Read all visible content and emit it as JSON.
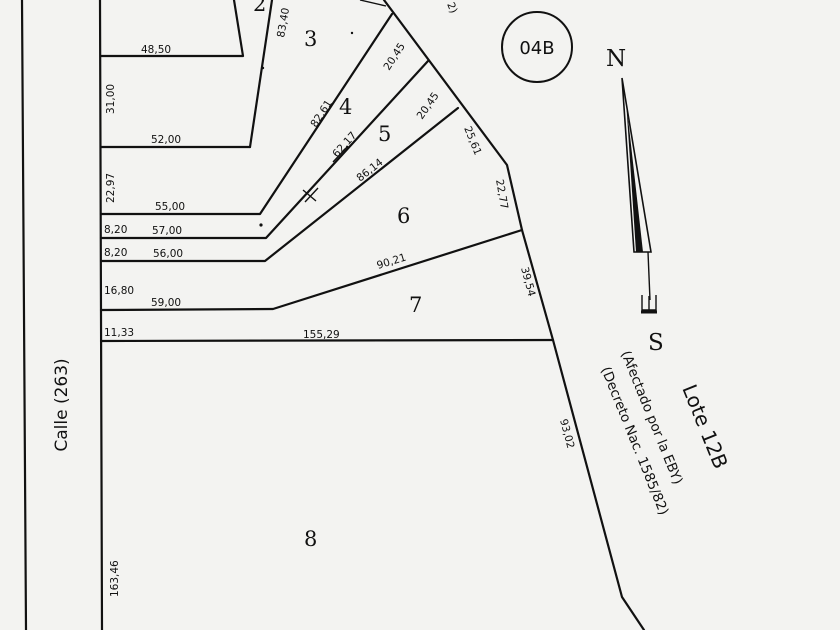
{
  "map": {
    "block_id": "04B",
    "street_label": "Calle (263)",
    "road_label_partial": "2)",
    "north_label": "N",
    "south_label": "S",
    "adjacent_lot": {
      "title": "Lote 12B",
      "note_line1": "(Afectado por la EBY)",
      "note_line2": "(Decreto Nac. 1585/82)"
    },
    "lots": [
      {
        "number": "2"
      },
      {
        "number": "3"
      },
      {
        "number": "4"
      },
      {
        "number": "5"
      },
      {
        "number": "6"
      },
      {
        "number": "7"
      },
      {
        "number": "8"
      }
    ],
    "dimensions": {
      "lot2_front": "48,50",
      "lot2_side": "83,40",
      "lot3_front": "31,00",
      "lot3_depth": "52,00",
      "lot4_front": "22,97",
      "lot4_depth": "55,00",
      "lot4_rear": "20,45",
      "lot4_side": "82,61",
      "lot5_front": "8,20",
      "lot5_depth": "57,00",
      "lot5_rear": "20,45",
      "lot5_side": "62,17",
      "lot6_front": "8,20",
      "lot6_depth": "56,00",
      "lot6_rear_a": "25,61",
      "lot6_rear_b": "22,77",
      "lot6_side": "86,14",
      "lot7_front": "16,80",
      "lot7_depth": "59,00",
      "lot7_rear": "39,54",
      "lot7_side": "90,21",
      "lot8_front": "11,33",
      "lot8_top": "155,29",
      "lot8_rear": "93,02",
      "lot8_side": "163,46"
    }
  }
}
